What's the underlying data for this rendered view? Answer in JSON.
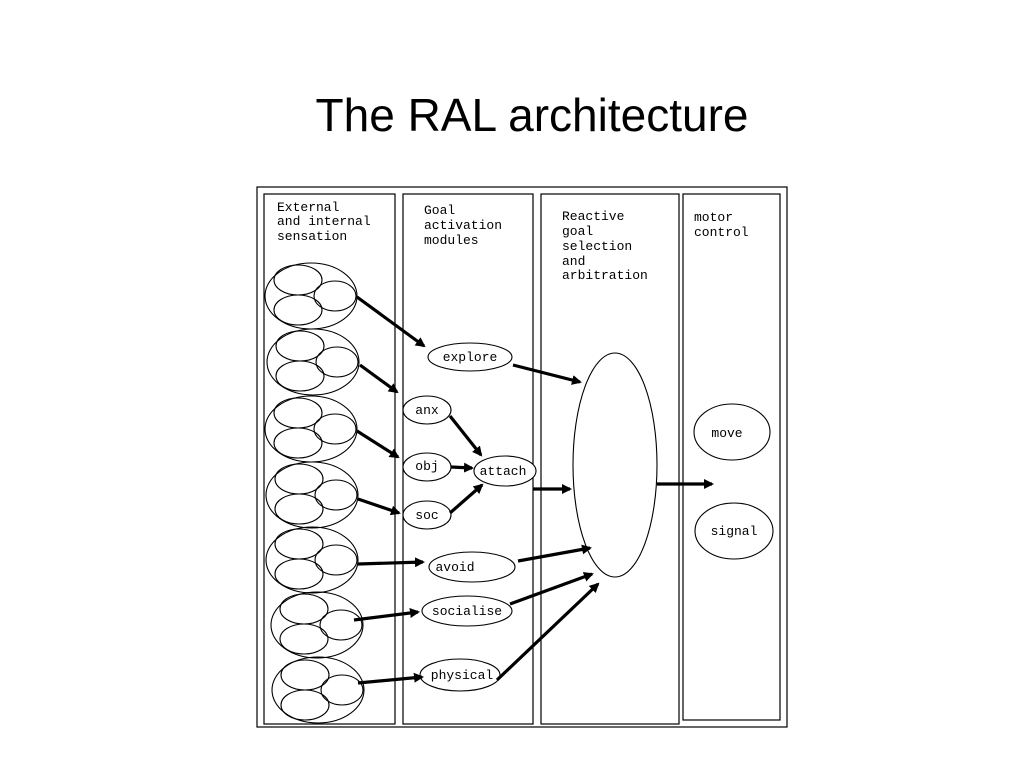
{
  "title": "The RAL architecture",
  "columns": {
    "sensation": [
      "External",
      "and internal",
      "sensation"
    ],
    "goal_activation": [
      "Goal",
      "activation",
      "modules"
    ],
    "reactive": [
      "Reactive",
      "goal",
      "selection",
      "and",
      "arbitration"
    ],
    "motor": [
      "motor",
      "control"
    ]
  },
  "modules": {
    "explore": "explore",
    "anx": "anx",
    "obj": "obj",
    "soc": "soc",
    "attach": "attach",
    "avoid": "avoid",
    "socialise": "socialise",
    "physical": "physical"
  },
  "outputs": {
    "move": "move",
    "signal": "signal"
  }
}
